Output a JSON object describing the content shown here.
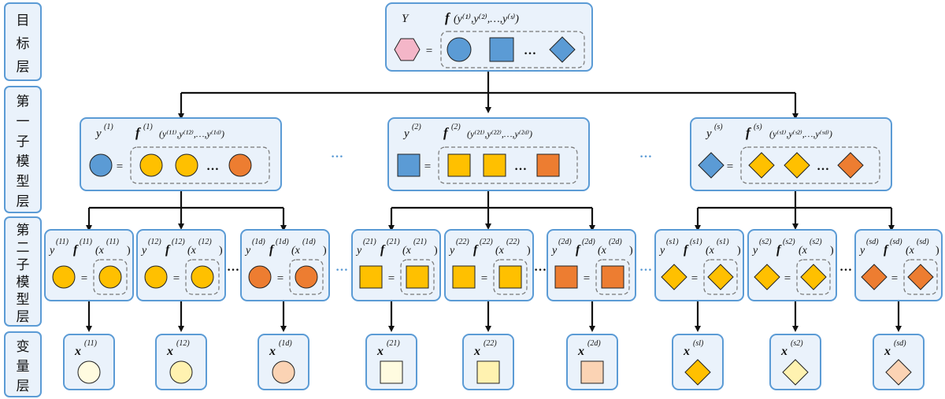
{
  "layers": {
    "target": "目标层",
    "first": "第一子模型层",
    "second": "第二子模型层",
    "variable": "变量层"
  },
  "colors": {
    "frame": "#5b9bd5",
    "box_fill": "#eaf2fb",
    "pink": "#f4b6c8",
    "blue": "#5b9bd5",
    "gold": "#ffc000",
    "orange": "#ed7d31",
    "pale_yellow": "#fff2b0",
    "pale_orange": "#fbd3b4",
    "cream": "#fffbe0"
  },
  "target": {
    "left": "Y",
    "right_f": "f",
    "right_args": "(y⁽¹⁾,y⁽²⁾,…,y⁽ˢ⁾)"
  },
  "first_models": [
    {
      "y": "y",
      "ysup": "(1)",
      "f": "f",
      "fsup": "(1)",
      "args": "(y⁽¹¹⁾,y⁽¹²⁾,…,y⁽¹ᵈ⁾)"
    },
    {
      "y": "y",
      "ysup": "(2)",
      "f": "f",
      "fsup": "(2)",
      "args": "(y⁽²¹⁾,y⁽²²⁾,…,y⁽²ᵈ⁾)"
    },
    {
      "y": "y",
      "ysup": "(s)",
      "f": "f",
      "fsup": "(s)",
      "args": "(y⁽ˢ¹⁾,y⁽ˢ²⁾,…,y⁽ˢᵈ⁾)"
    }
  ],
  "second_models": [
    {
      "sup": "(11)"
    },
    {
      "sup": "(12)"
    },
    {
      "sup": "(1d)"
    },
    {
      "sup": "(21)"
    },
    {
      "sup": "(22)"
    },
    {
      "sup": "(2d)"
    },
    {
      "sup": "(s1)"
    },
    {
      "sup": "(s2)"
    },
    {
      "sup": "(sd)"
    }
  ],
  "variables": [
    {
      "x": "x",
      "sup": "(11)"
    },
    {
      "x": "x",
      "sup": "(12)"
    },
    {
      "x": "x",
      "sup": "(1d)"
    },
    {
      "x": "x",
      "sup": "(21)"
    },
    {
      "x": "x",
      "sup": "(22)"
    },
    {
      "x": "x",
      "sup": "(2d)"
    },
    {
      "x": "x",
      "sup": "(sl)"
    },
    {
      "x": "x",
      "sup": "(s2)"
    },
    {
      "x": "x",
      "sup": "(sd)"
    }
  ],
  "symbols": {
    "equals": "=",
    "ellipsis": "…"
  }
}
